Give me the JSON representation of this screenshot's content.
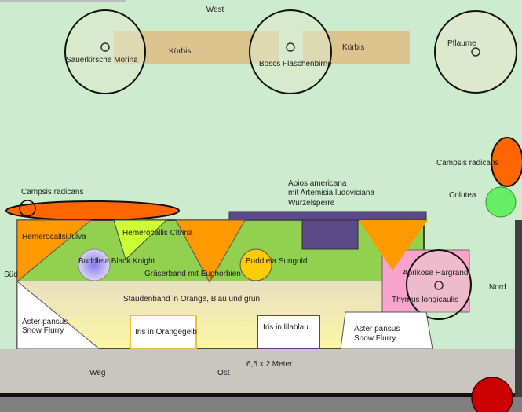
{
  "directions": {
    "west": "West",
    "east": "Ost",
    "north": "Nord",
    "south": "Süd"
  },
  "dimensions": "6,5 x 2 Meter",
  "path_label": "Weg",
  "trees": [
    {
      "label": "Sauerkirsche Morina"
    },
    {
      "label": "Boscs Flaschenbirne"
    },
    {
      "label": "Pflaume"
    },
    {
      "label": "Aprikose Hargrand"
    }
  ],
  "pumpkins": [
    "Kürbis",
    "Kürbis"
  ],
  "climbers": {
    "campsis_left": "Campsis radicans",
    "campsis_right": "Campsis radicans",
    "colutea": "Colutea"
  },
  "apios": [
    "Apios americana",
    "mit Artemisia ludoviciana",
    "Wurzelsperre"
  ],
  "bed": {
    "hemerocallis_fulva": "Hemerocallsi fulva",
    "hemerocallis_citrina": "Hemerocallis Citrina",
    "buddleia_black_knight": "Buddleia Black Knight",
    "buddleia_sungold": "Buddleia Sungold",
    "grass_band": "Gräserband mit Euphorbien",
    "perennial_band": "Staudenband in Orange, Blau und grün",
    "thymus": "Thymus longicaulis",
    "aster_left": [
      "Aster pansus",
      "Snow Flurry"
    ],
    "aster_right": [
      "Aster pansus",
      "Snow Flurry"
    ],
    "iris_orange": "Iris in Orangegelb",
    "iris_blue": "Iris in lilablau"
  },
  "colors": {
    "lawn": "#cdeccd",
    "orange": "#ff9900",
    "campsis": "#ff6600",
    "grass": "#92d050",
    "purple": "#5b4a8a",
    "pink": "#f9a3cc",
    "path": "#c8c6bf",
    "red": "#cc0000"
  }
}
